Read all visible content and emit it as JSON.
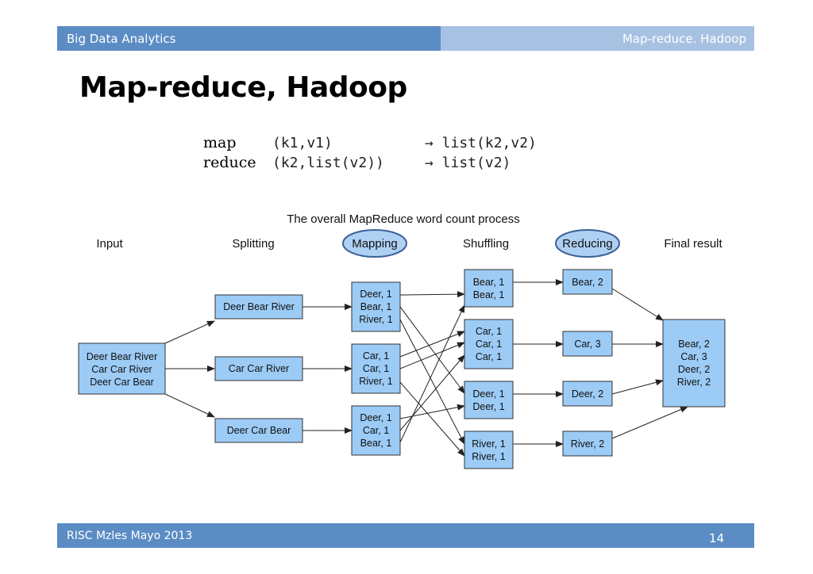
{
  "header": {
    "left": "Big Data Analytics",
    "right": "Map-reduce. Hadoop"
  },
  "title": "Map-reduce, Hadoop",
  "formula": {
    "rows": [
      {
        "name": "map",
        "input": "(k1,v1)",
        "output": "→ list(k2,v2)"
      },
      {
        "name": "reduce",
        "input": "(k2,list(v2))",
        "output": "→ list(v2)"
      }
    ]
  },
  "diagram": {
    "caption": "The overall MapReduce word count process",
    "stages": [
      "Input",
      "Splitting",
      "Mapping",
      "Shuffling",
      "Reducing",
      "Final result"
    ],
    "input_box": [
      "Deer Bear River",
      "Car Car River",
      "Deer Car Bear"
    ],
    "splits": [
      [
        "Deer Bear River"
      ],
      [
        "Car Car River"
      ],
      [
        "Deer Car Bear"
      ]
    ],
    "maps": [
      [
        "Deer, 1",
        "Bear, 1",
        "River, 1"
      ],
      [
        "Car, 1",
        "Car, 1",
        "River, 1"
      ],
      [
        "Deer, 1",
        "Car, 1",
        "Bear, 1"
      ]
    ],
    "shuffles": [
      [
        "Bear, 1",
        "Bear, 1"
      ],
      [
        "Car, 1",
        "Car, 1",
        "Car, 1"
      ],
      [
        "Deer, 1",
        "Deer, 1"
      ],
      [
        "River, 1",
        "River, 1"
      ]
    ],
    "reduces": [
      [
        "Bear, 2"
      ],
      [
        "Car, 3"
      ],
      [
        "Deer, 2"
      ],
      [
        "River, 2"
      ]
    ],
    "final_box": [
      "Bear, 2",
      "Car, 3",
      "Deer, 2",
      "River, 2"
    ]
  },
  "footer": {
    "left": "RISC Mzles Mayo 2013",
    "page": "14"
  }
}
